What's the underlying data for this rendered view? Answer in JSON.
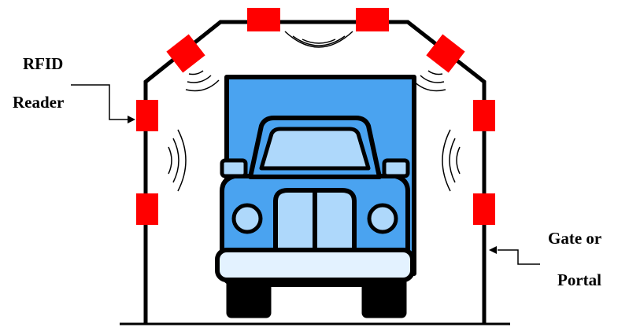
{
  "labels": {
    "reader_line1": "RFID",
    "reader_line2": "Reader",
    "gate_line1": "Gate or",
    "gate_line2": "Portal"
  },
  "colors": {
    "reader": "#ff0000",
    "truck_body": "#4aa3f0",
    "truck_light": "#aed8fb",
    "truck_pale": "#e3f2ff",
    "outline": "#000000",
    "background": "#ffffff"
  },
  "icons": [
    "rfid-reader-block",
    "radio-wave-arcs",
    "truck-icon",
    "gate-frame",
    "pointer-arrow"
  ]
}
